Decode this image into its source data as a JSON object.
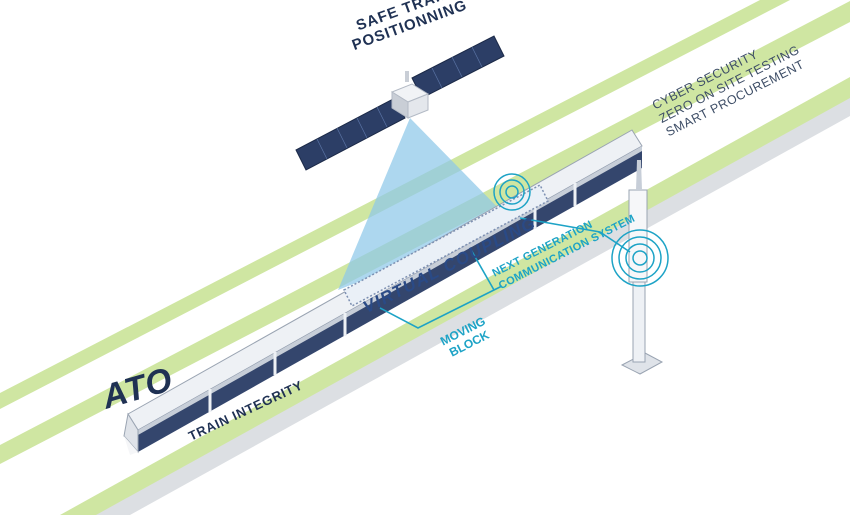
{
  "satellite": {
    "title_line1": "SAFE TRAIN",
    "title_line2": "POSITIONNING"
  },
  "features": {
    "line1": "CYBER SECURITY",
    "line2": "ZERO ON SITE TESTING",
    "line3": "SMART PROCUREMENT"
  },
  "labels": {
    "virtual_coupling": "VIRTUAL COUPLING",
    "comm_line1": "NEXT GENERATION",
    "comm_line2": "COMMUNICATION SYSTEM",
    "moving_line1": "MOVING",
    "moving_line2": "BLOCK",
    "ato": "ATO",
    "train_integrity": "TRAIN INTEGRITY"
  },
  "colors": {
    "track_green": "#cfe6a2",
    "track_grey": "#dcdfe3",
    "navy": "#1f3153",
    "accent_blue": "#1da3c6",
    "beam": "#8dc7e9"
  },
  "icons": [
    "satellite-icon",
    "antenna-tower-icon",
    "signal-waves-icon",
    "train-icon"
  ]
}
